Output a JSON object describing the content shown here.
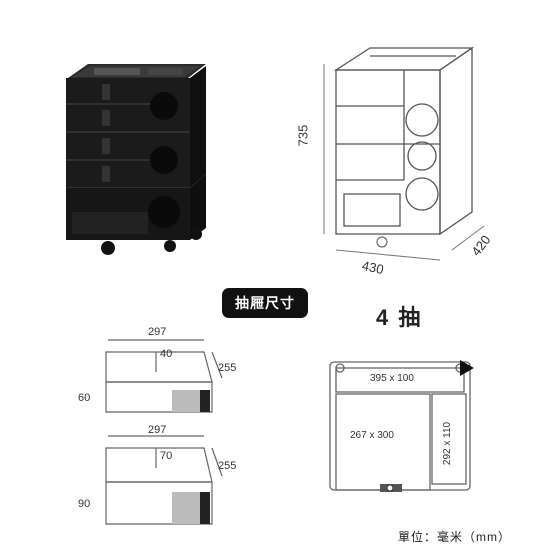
{
  "product": {
    "overall_dims": {
      "height": "735",
      "width": "430",
      "depth": "420"
    }
  },
  "badge": {
    "label": "抽屜尺寸"
  },
  "drawer_count": {
    "label": "4 抽"
  },
  "drawer_shallow": {
    "width": "297",
    "inner": "40",
    "depth": "255",
    "height": "60"
  },
  "drawer_deep": {
    "width": "297",
    "inner": "70",
    "depth": "255",
    "height": "90"
  },
  "top_view": {
    "tray_label": "395 x 100",
    "main_label": "267 x 300",
    "side_label": "292 x 110"
  },
  "unit_note": "單位：毫米（mm）",
  "colors": {
    "product": "#1b1b1b",
    "line": "#555555",
    "badge_bg": "#111111"
  }
}
